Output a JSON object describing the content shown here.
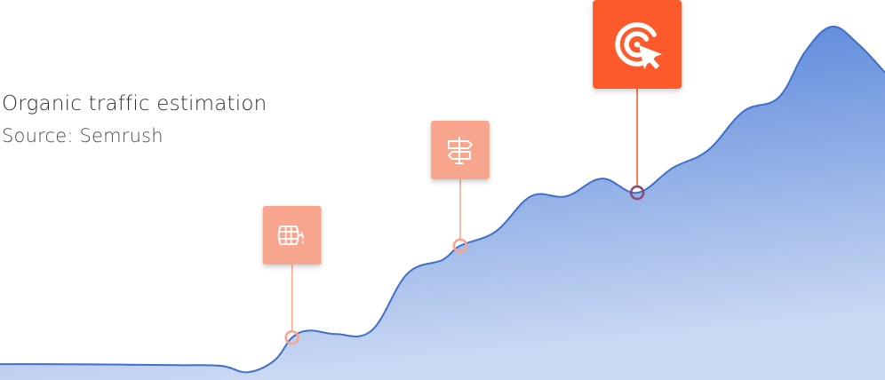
{
  "caption": {
    "title": "Organic traffic estimation",
    "source": "Source: Semrush"
  },
  "colors": {
    "line": "#3f6fc8",
    "fill_top": "#4779d6",
    "fill_bottom": "#c9d8f3",
    "milestone_light": "#f8a58d",
    "milestone_dark": "#fc5a2c",
    "marker_dark_stroke": "#8a4a78"
  },
  "chart_data": {
    "type": "area",
    "x": [
      0,
      0.05,
      0.12,
      0.2,
      0.25,
      0.28,
      0.31,
      0.33,
      0.35,
      0.38,
      0.42,
      0.46,
      0.5,
      0.52,
      0.56,
      0.6,
      0.64,
      0.68,
      0.72,
      0.76,
      0.8,
      0.84,
      0.88,
      0.91,
      0.94,
      0.97,
      1.0
    ],
    "y": [
      0.045,
      0.045,
      0.044,
      0.042,
      0.04,
      0.022,
      0.055,
      0.12,
      0.14,
      0.13,
      0.14,
      0.3,
      0.34,
      0.38,
      0.42,
      0.52,
      0.52,
      0.57,
      0.53,
      0.6,
      0.65,
      0.76,
      0.8,
      0.93,
      1.0,
      0.95,
      0.87
    ],
    "title": "",
    "xlabel": "",
    "ylabel": "",
    "xlim": [
      0,
      1
    ],
    "ylim": [
      0,
      1
    ],
    "grid": false,
    "legend": "none",
    "milestones": [
      {
        "at": 0.33,
        "icon": "barrel-icon",
        "style": "light"
      },
      {
        "at": 0.52,
        "icon": "signpost-icon",
        "style": "light"
      },
      {
        "at": 0.72,
        "icon": "target-cursor-icon",
        "style": "dark"
      }
    ]
  }
}
